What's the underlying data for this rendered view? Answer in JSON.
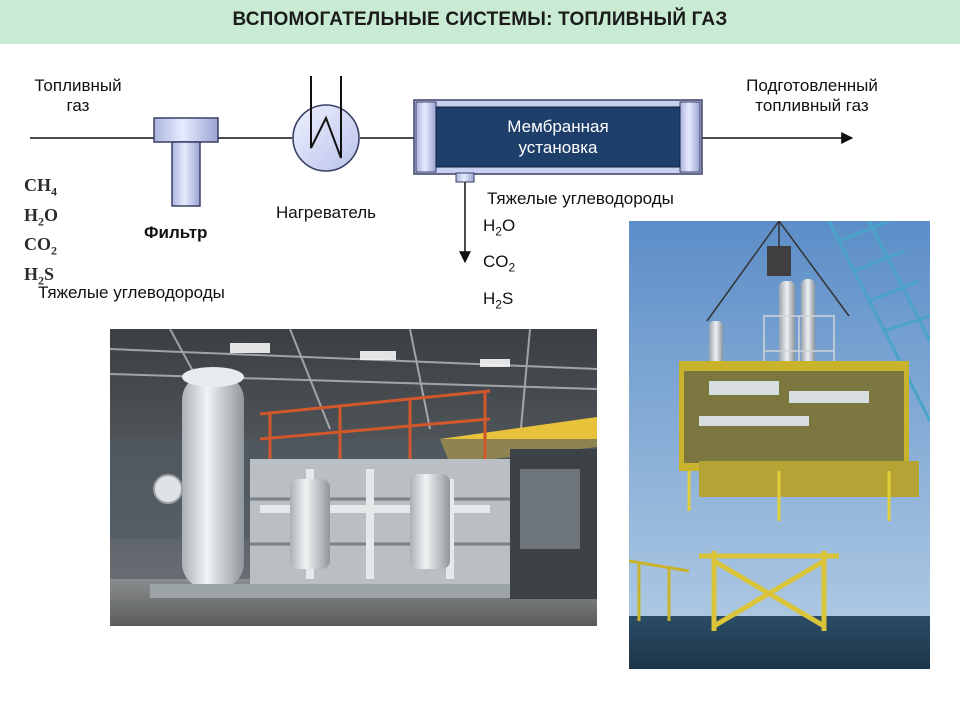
{
  "title": "ВСПОМОГАТЕЛЬНЫЕ СИСТЕМЫ: ТОПЛИВНЫЙ ГАЗ",
  "diagram": {
    "inlet_label_line1": "Топливный",
    "inlet_label_line2": "газ",
    "outlet_label_line1": "Подготовленный",
    "outlet_label_line2": "топливный газ",
    "filter_label": "Фильтр",
    "heater_label": "Нагреватель",
    "membrane_label_line1": "Мембранная",
    "membrane_label_line2": "установка",
    "membrane_outlet_label": "Тяжелые углеводороды",
    "feed_components": [
      {
        "base": "CH",
        "sub": "4",
        "tail": ""
      },
      {
        "base": "H",
        "sub": "2",
        "tail": "O"
      },
      {
        "base": "CO",
        "sub": "2",
        "tail": ""
      },
      {
        "base": "H",
        "sub": "2",
        "tail": "S"
      }
    ],
    "feed_heavy_label": "Тяжелые углеводороды",
    "removed_components": [
      {
        "base": "H",
        "sub": "2",
        "tail": "O"
      },
      {
        "base": "CO",
        "sub": "",
        "tail": "",
        "sub_after": "2"
      },
      {
        "base": "H",
        "sub": "2",
        "tail": "S"
      }
    ]
  },
  "colors": {
    "title_bg": "#c9ead3",
    "membrane_fill": "#1f3f6b",
    "equipment_fill": "#c8d0f0",
    "equipment_stroke": "#3a3f66"
  }
}
